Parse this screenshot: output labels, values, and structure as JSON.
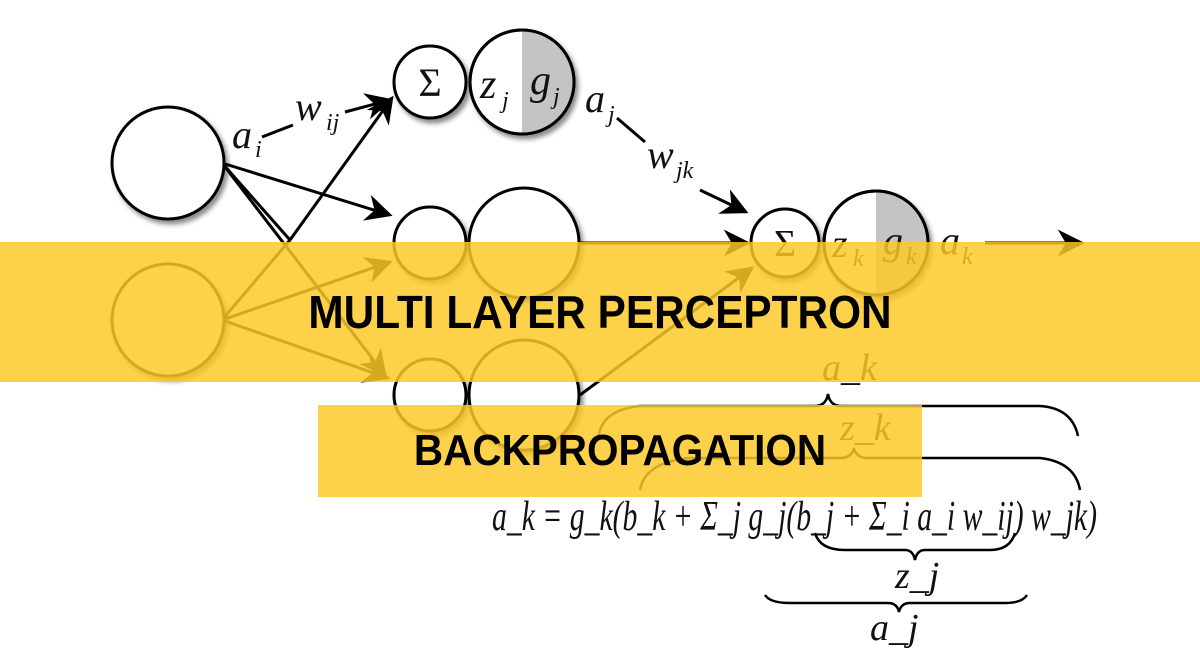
{
  "title": "MULTI LAYER PERCEPTRON",
  "subtitle": "BACKPROPAGATION",
  "colors": {
    "band_yellow": "#FEC828",
    "node_stroke": "#000000",
    "activation_shade": "#C4C4C4",
    "background": "#FFFFFF"
  },
  "diagram": {
    "input_nodes": 2,
    "hidden_units": 3,
    "output_units": 1,
    "labels": {
      "sum_symbol": "Σ",
      "a_i": "a",
      "a_i_sub": "i",
      "w_ij": "w",
      "w_ij_sub": "ij",
      "z_j": "z",
      "z_j_sub": "j",
      "g_j": "g",
      "g_j_sub": "j",
      "a_j": "a",
      "a_j_sub": "j",
      "w_jk": "w",
      "w_jk_sub": "jk",
      "z_k": "z",
      "z_k_sub": "k",
      "g_k": "g",
      "g_k_sub": "k",
      "a_k": "a",
      "a_k_sub": "k"
    }
  },
  "equation": {
    "full_text": "a_k = g_k(b_k + Σ_j g_j(b_j + Σ_i a_i w_ij) w_jk)",
    "brace_labels": {
      "top_outer": "a_k",
      "top_inner": "z_k",
      "bottom_inner": "z_j",
      "bottom_outer": "a_j"
    }
  }
}
